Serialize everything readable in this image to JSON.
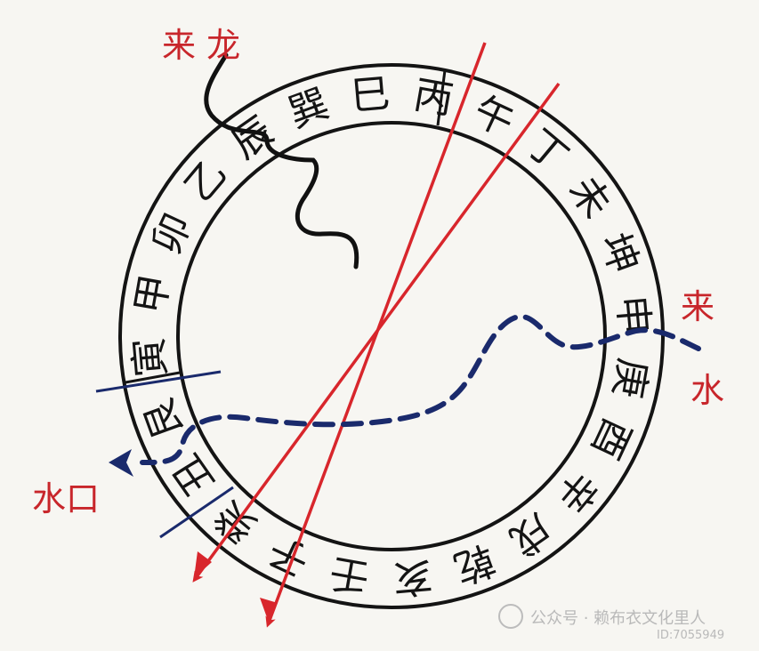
{
  "labels": {
    "lai_long": "来 龙",
    "lai": "来",
    "shui": "水",
    "shui_kou": "水口"
  },
  "ring": {
    "chars": [
      "甲",
      "卯",
      "乙",
      "辰",
      "巽",
      "巳",
      "丙",
      "午",
      "丁",
      "未",
      "坤",
      "申",
      "庚",
      "酉",
      "辛",
      "戌",
      "乾",
      "亥",
      "壬",
      "子",
      "癸",
      "丑",
      "艮",
      "寅"
    ]
  },
  "watermark": {
    "line1": "公众号 · 赖布衣文化里人",
    "line2": "ID:7055949"
  },
  "colors": {
    "ring_ink": "#141414",
    "red_line": "#d8262c",
    "water_path": "#1a2a6c",
    "label_red": "#c8262b"
  }
}
